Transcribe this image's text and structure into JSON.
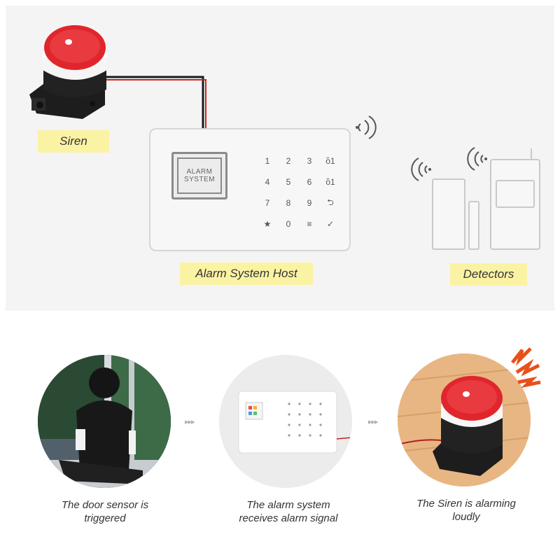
{
  "diagram": {
    "siren_label": "Siren",
    "host_label": "Alarm System Host",
    "detectors_label": "Detectors",
    "screen_line1": "ALARM",
    "screen_line2": "SYSTEM",
    "keypad": [
      "1",
      "2",
      "3",
      "ὂ1",
      "4",
      "5",
      "6",
      "ὂ1",
      "7",
      "8",
      "9",
      "⮌",
      "★",
      "0",
      "≡",
      "✓"
    ]
  },
  "steps": [
    {
      "caption_line1": "The door sensor is",
      "caption_line2": "triggered"
    },
    {
      "caption_line1": "The alarm system",
      "caption_line2": "receives alarm signal"
    },
    {
      "caption_line1": "The Siren is alarming",
      "caption_line2": "loudly"
    }
  ],
  "arrow_glyph": "▸▸▸",
  "colors": {
    "label_bg": "#fbf3a4",
    "siren_red": "#e0262c",
    "wire_red": "#d32020",
    "line_gray": "#d6d6d6"
  }
}
